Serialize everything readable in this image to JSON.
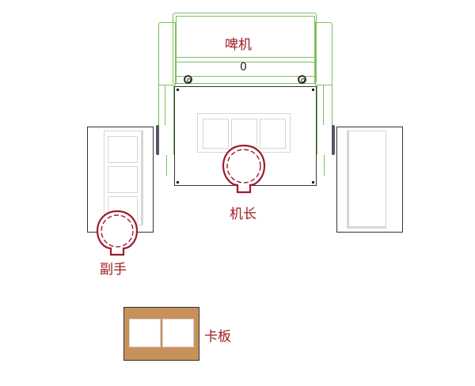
{
  "diagram": {
    "title": "",
    "machine": {
      "label": "啤机",
      "counter": "0"
    },
    "stations": [
      {
        "id": "captain",
        "label": "机长"
      },
      {
        "id": "assistant",
        "label": "副手"
      },
      {
        "id": "pallet",
        "label": "卡板"
      }
    ],
    "colors": {
      "machine_outline": "#7fbf5f",
      "label_text": "#9b1b1f",
      "person_outline": "#9b1b2f",
      "pallet_fill": "#c8915a",
      "table_outline": "#333333"
    }
  }
}
